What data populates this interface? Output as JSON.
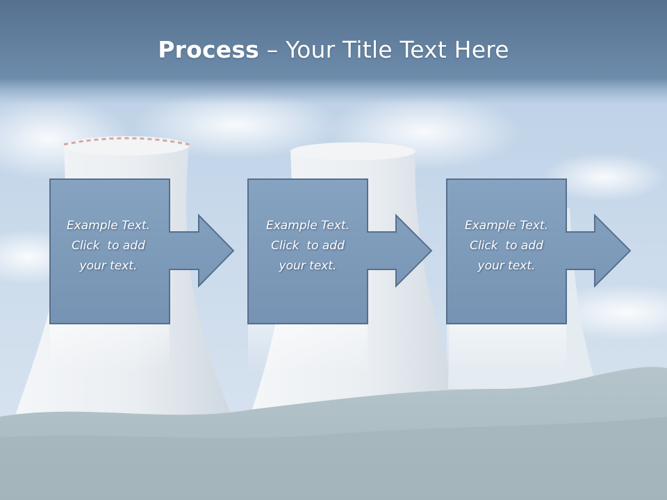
{
  "slide": {
    "title_bold": "Process",
    "title_rest": " – Your Title Text Here"
  },
  "steps": [
    {
      "line1": "Example Text.",
      "line2": "Click  to add",
      "line3": "your text."
    },
    {
      "line1": "Example Text.",
      "line2": "Click  to add",
      "line3": "your text."
    },
    {
      "line1": "Example Text.",
      "line2": "Click  to add",
      "line3": "your text."
    }
  ],
  "colors": {
    "header_band": "#5f7f9e",
    "box_fill": "#7f9cbb",
    "box_stroke": "#4f6a87",
    "sky": "#c7d8ea",
    "tower": "#eef2f5",
    "grass": "#b7c7cf"
  }
}
